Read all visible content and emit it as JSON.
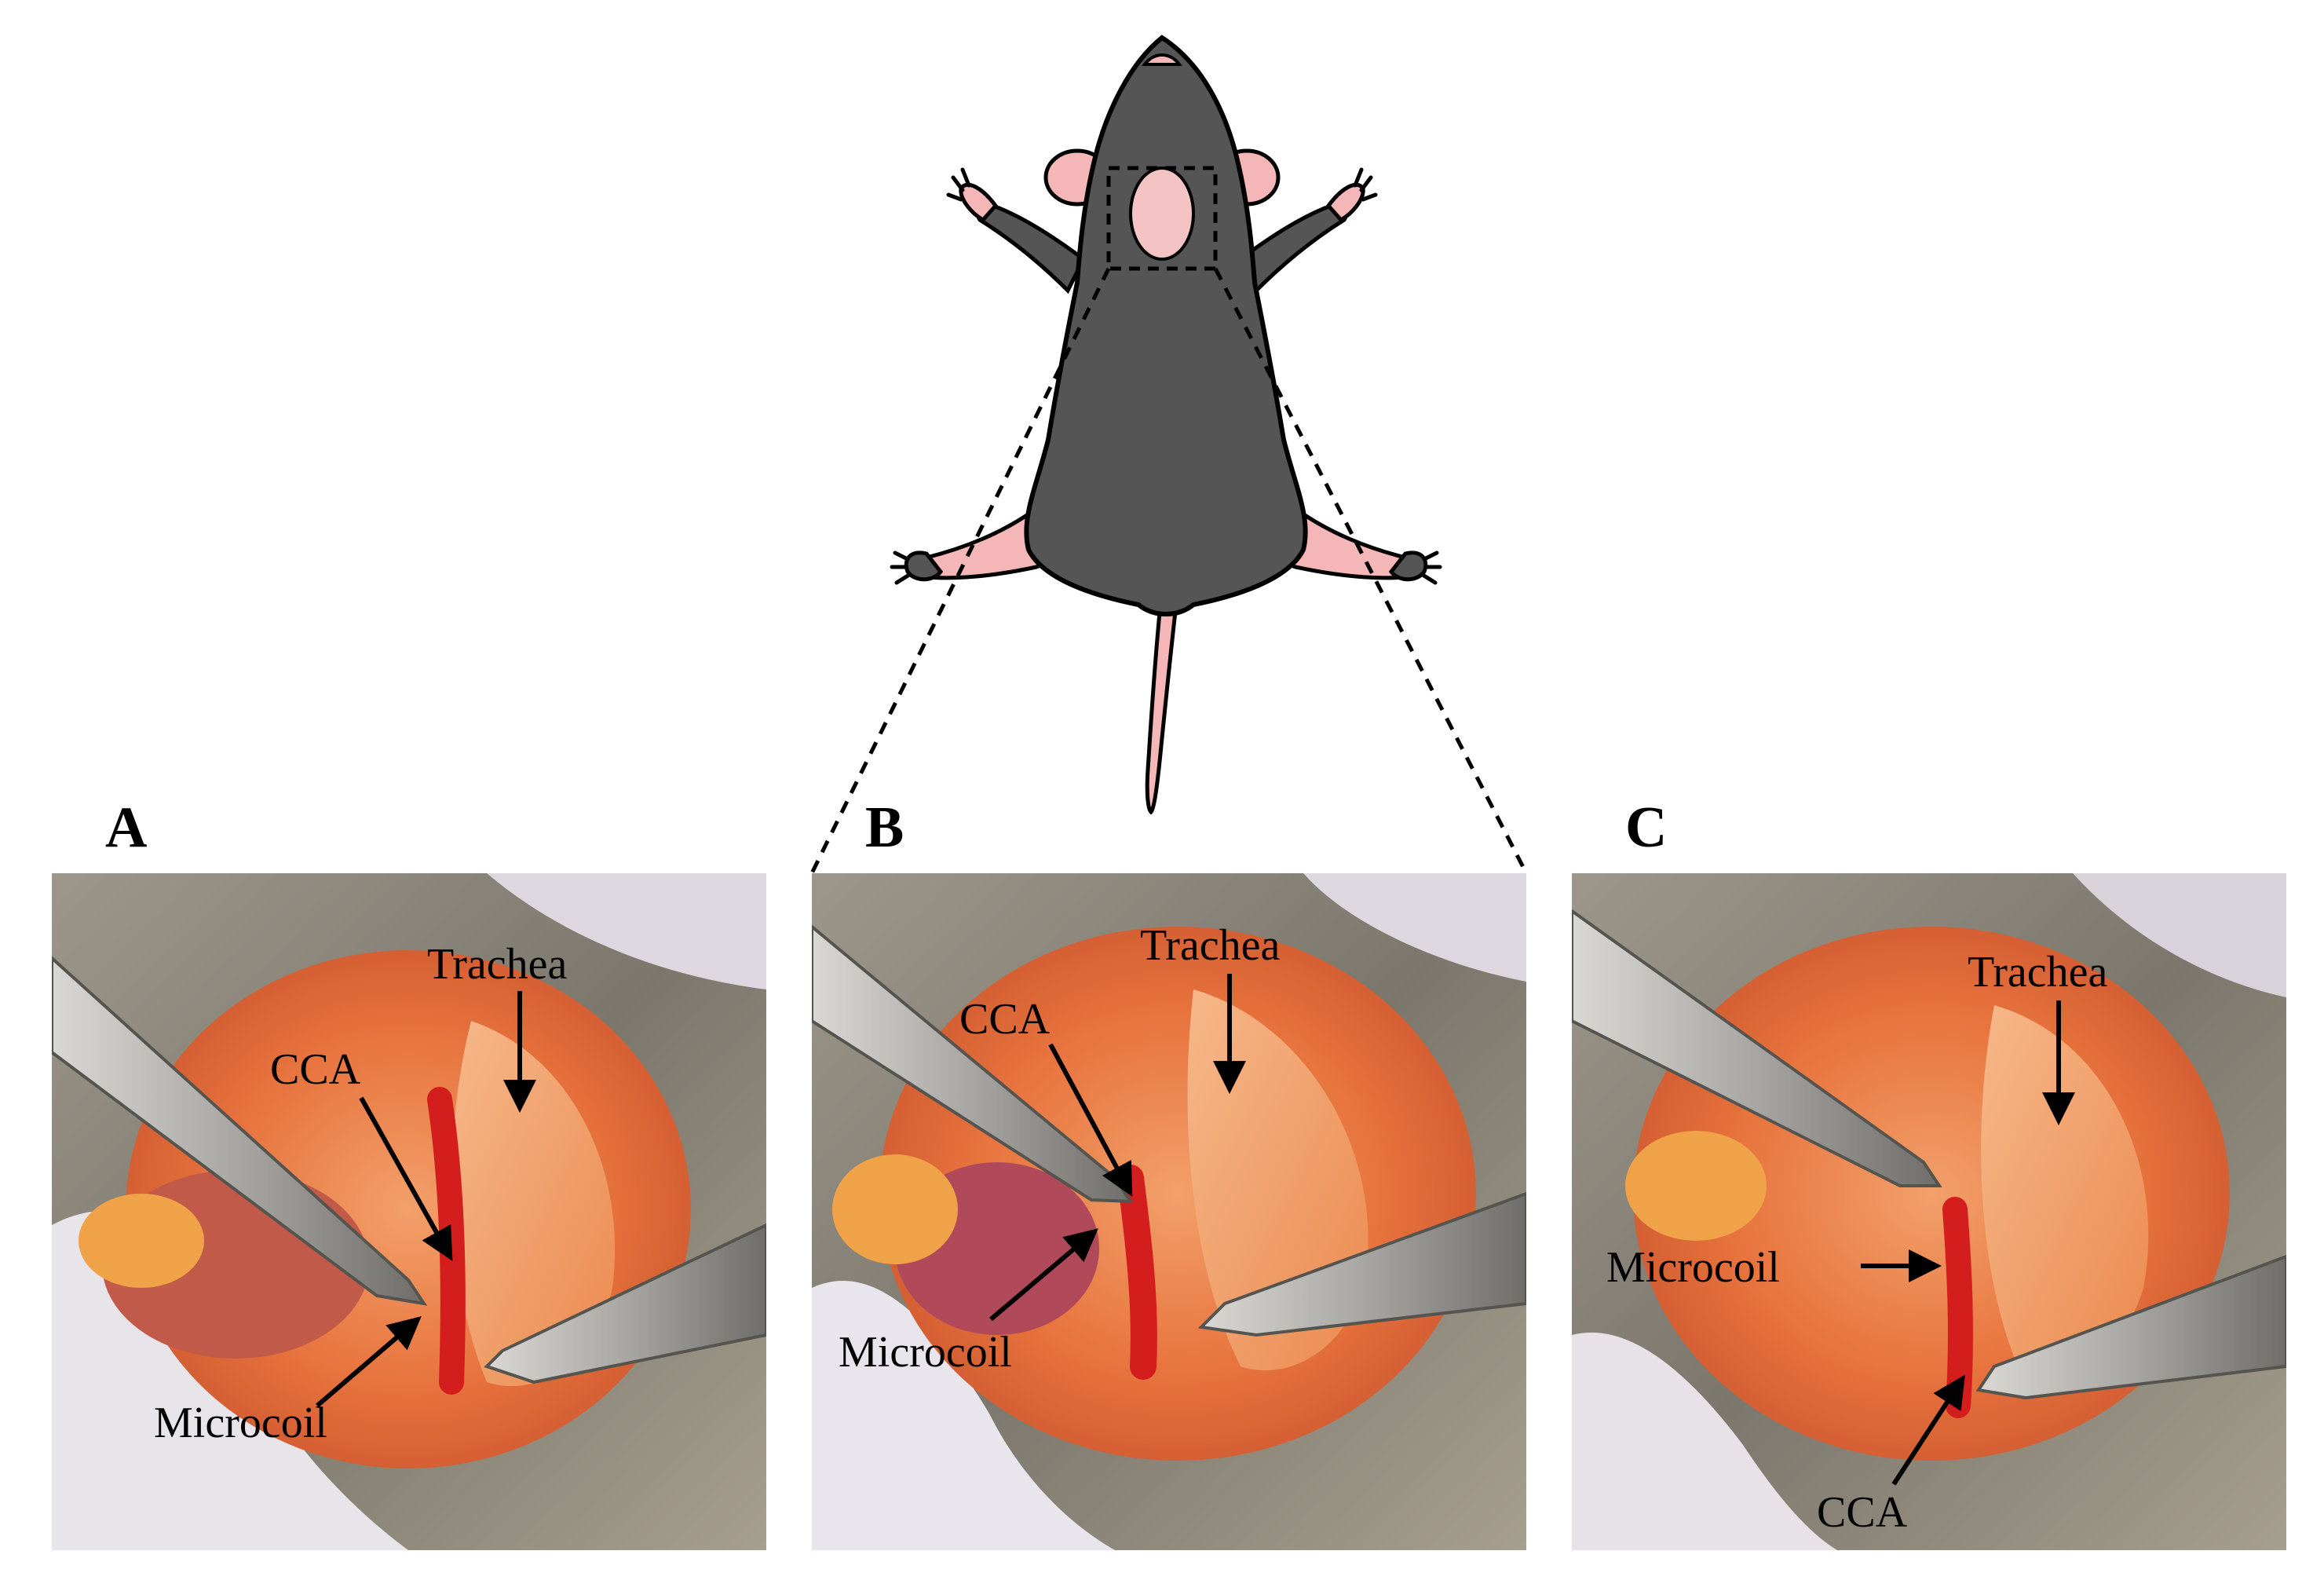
{
  "figure": {
    "panels": [
      {
        "letter": "A",
        "labels": {
          "trachea": "Trachea",
          "cca": "CCA",
          "microcoil": "Microcoil"
        }
      },
      {
        "letter": "B",
        "labels": {
          "trachea": "Trachea",
          "cca": "CCA",
          "microcoil": "Microcoil"
        }
      },
      {
        "letter": "C",
        "labels": {
          "trachea": "Trachea",
          "cca": "CCA",
          "microcoil": "Microcoil"
        }
      }
    ],
    "colors": {
      "mouse_body": "#555555",
      "mouse_skin": "#f4b6b6",
      "outline": "#000000",
      "tissue": "#e8743e",
      "vessel": "#d41e1e",
      "fur": "#8f8a80"
    }
  }
}
